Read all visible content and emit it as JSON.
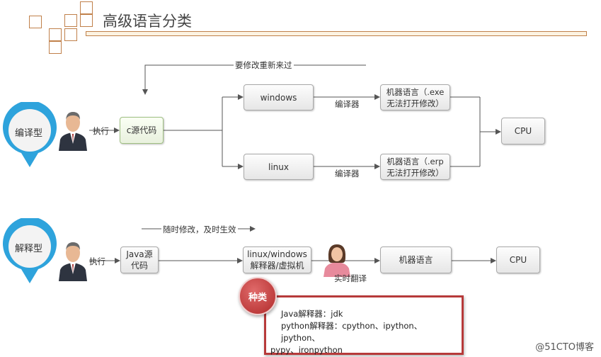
{
  "title": "高级语言分类",
  "compiled": {
    "badge": "编译型",
    "exec": "执行",
    "source": "c源代码",
    "feedback": "要修改重新来过",
    "os1": "windows",
    "os2": "linux",
    "compiler1": "编译器",
    "compiler2": "编译器",
    "machine1": "机器语言（.exe\n无法打开修改）",
    "machine2": "机器语言（.erp\n无法打开修改）",
    "cpu": "CPU"
  },
  "interpreted": {
    "badge": "解释型",
    "exec": "执行",
    "source": "Java源\n代码",
    "note": "随时修改，及时生效",
    "interpreter": "linux/windows\n解释器/虚拟机",
    "translate": "实时翻译",
    "machine": "机器语言",
    "cpu": "CPU"
  },
  "kinds": {
    "tag": "种类",
    "line1": "Java解释器：jdk",
    "line2": "python解释器：cpython、ipython、jpython、",
    "line3": "pypy、ironpython"
  },
  "watermark": "@51CTO博客",
  "colors": {
    "accent": "#c0804a",
    "badge_blue": "#2ea3dc",
    "kinds_red": "#b73a3a"
  }
}
